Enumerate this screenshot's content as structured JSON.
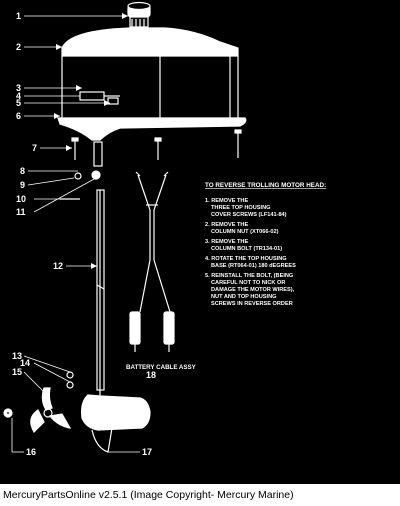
{
  "callouts": [
    "1",
    "2",
    "3",
    "4",
    "5",
    "6",
    "7",
    "8",
    "9",
    "10",
    "11",
    "12",
    "13",
    "14",
    "15",
    "16",
    "17",
    "18"
  ],
  "battery_cable_label": "BATTERY CABLE ASSY",
  "instructions": {
    "title": "TO REVERSE TROLLING MOTOR HEAD:",
    "lines": [
      "1. REMOVE THE",
      "THREE TOP HOUSING",
      "COVER SCREWS (LF141-84)",
      "2. REMOVE THE",
      "COLUMN NUT (XT066-02)",
      "3. REMOVE THE",
      "COLUMN BOLT (TR134-01)",
      "4. ROTATE THE TOP HOUSING",
      "BASE (RT064-01) 180 dEGREES",
      "5. REINSTALL THE BOLT, (BEING",
      "CAREFUL NOT TO NICK OR",
      "DAMAGE THE MOTOR WIRES),",
      "NUT AND TOP HOUSING",
      "SCREWS IN REVERSE ORDER"
    ]
  },
  "footer": "MercuryPartsOnline v2.5.1 (Image Copyright- Mercury Marine)"
}
